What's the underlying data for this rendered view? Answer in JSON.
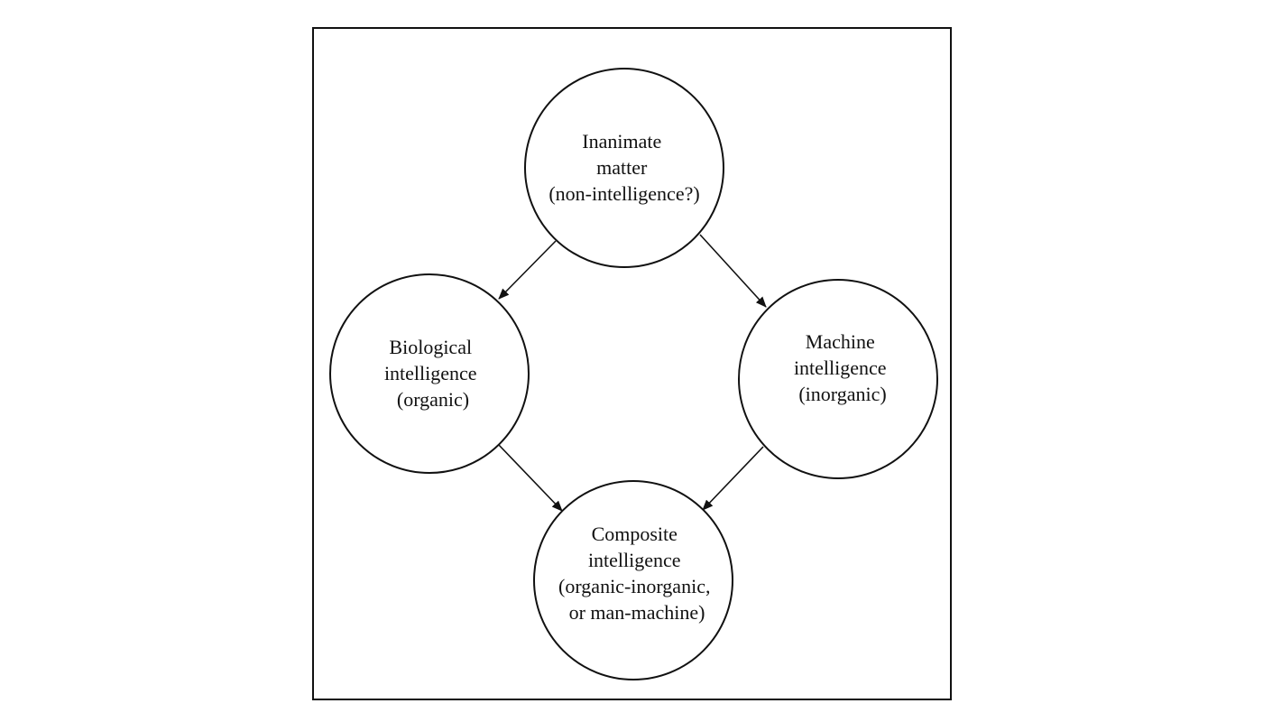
{
  "diagram": {
    "nodes": [
      {
        "id": "inanimate",
        "lines": [
          "Inanimate",
          "matter",
          "(non-intelligence?)"
        ]
      },
      {
        "id": "biological",
        "lines": [
          "Biological",
          "intelligence",
          "(organic)"
        ]
      },
      {
        "id": "machine",
        "lines": [
          "Machine",
          "intelligence",
          "(inorganic)"
        ]
      },
      {
        "id": "composite",
        "lines": [
          "Composite",
          "intelligence",
          "(organic-inorganic,",
          "or man-machine)"
        ]
      }
    ],
    "edges": [
      {
        "from": "inanimate",
        "to": "biological"
      },
      {
        "from": "inanimate",
        "to": "machine"
      },
      {
        "from": "biological",
        "to": "composite"
      },
      {
        "from": "machine",
        "to": "composite"
      }
    ]
  }
}
